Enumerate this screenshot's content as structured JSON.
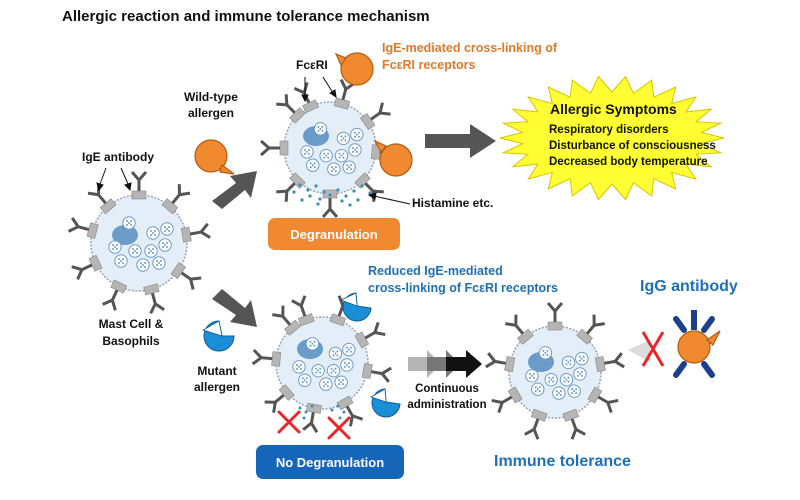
{
  "title": "Allergic reaction and immune tolerance mechanism",
  "labels": {
    "ige_antibody": "IgE antibody",
    "fceri": "FcεRI",
    "wild_type_allergen_line1": "Wild-type",
    "wild_type_allergen_line2": "allergen",
    "mast_cell_line1": "Mast Cell &",
    "mast_cell_line2": "Basophils",
    "mutant_allergen_line1": "Mutant",
    "mutant_allergen_line2": "allergen",
    "histamine": "Histamine etc.",
    "crosslinking_line1": "IgE-mediated  cross-linking  of",
    "crosslinking_line2": "FcεRI receptors",
    "reduced_line1": "Reduced IgE-mediated",
    "reduced_line2": "cross-linking  of  FcεRI receptors",
    "continuous_line1": "Continuous",
    "continuous_line2": "administration",
    "igg_antibody": "IgG antibody",
    "immune_tolerance": "Immune tolerance"
  },
  "buttons": {
    "degranulation": "Degranulation",
    "no_degranulation": "No Degranulation"
  },
  "symptoms": {
    "title": "Allergic Symptoms",
    "items": [
      "Respiratory disorders",
      "Disturbance of consciousness",
      "Decreased body temperature"
    ]
  },
  "colors": {
    "orange": "#f0892f",
    "orange_text": "#e07b2a",
    "blue": "#1a8fd8",
    "blue_text": "#1f6fb8",
    "button_blue": "#1565b8",
    "starburst": "#ffff33",
    "cell_fill": "#e4eef8",
    "cell_stroke": "#9aa3ad",
    "nucleus": "#6b9cc9",
    "antibody": "#555555",
    "igg": "#1e3f8a",
    "cross": "#e8262a",
    "arrow": "#555555"
  }
}
